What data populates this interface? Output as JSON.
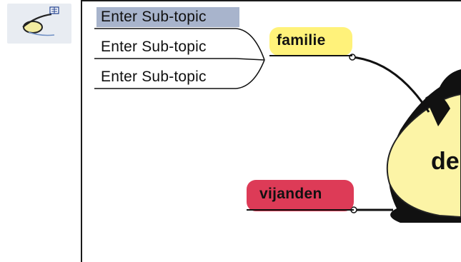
{
  "toolbar": {
    "tool_icon": "branch-topic-icon"
  },
  "mindmap": {
    "subtopics": [
      {
        "label": "Enter Sub-topic",
        "selected": true
      },
      {
        "label": "Enter Sub-topic",
        "selected": false
      },
      {
        "label": "Enter Sub-topic",
        "selected": false
      }
    ],
    "topics": {
      "familie": {
        "label": "familie",
        "color": "#fff27a"
      },
      "vijanden": {
        "label": "vijanden",
        "color": "#dd3b57"
      }
    },
    "central": {
      "label": "de",
      "color": "#fcf4a6"
    }
  },
  "colors": {
    "selection": "#a8b4cc",
    "toolbar_bg": "#e8ecf2"
  }
}
